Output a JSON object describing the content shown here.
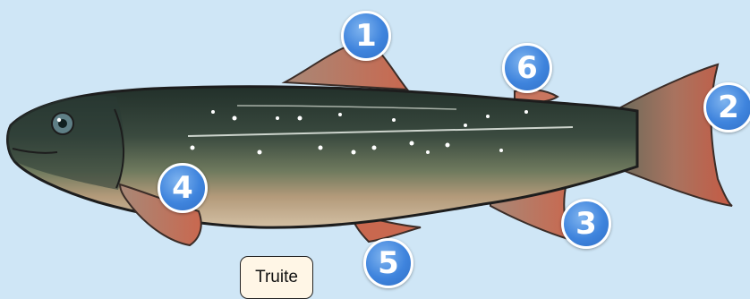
{
  "markers": [
    {
      "num": "1",
      "part": "dorsal-fin"
    },
    {
      "num": "2",
      "part": "caudal-fin"
    },
    {
      "num": "3",
      "part": "anal-fin"
    },
    {
      "num": "4",
      "part": "pectoral-fin"
    },
    {
      "num": "5",
      "part": "pelvic-fin"
    },
    {
      "num": "6",
      "part": "adipose-fin"
    }
  ],
  "label": "Truite",
  "colors": {
    "background": "#cfe6f6",
    "marker": "#3f84dd",
    "fin": "#c97a63",
    "body_dark": "#2f3b34",
    "belly": "#c6a98a"
  }
}
